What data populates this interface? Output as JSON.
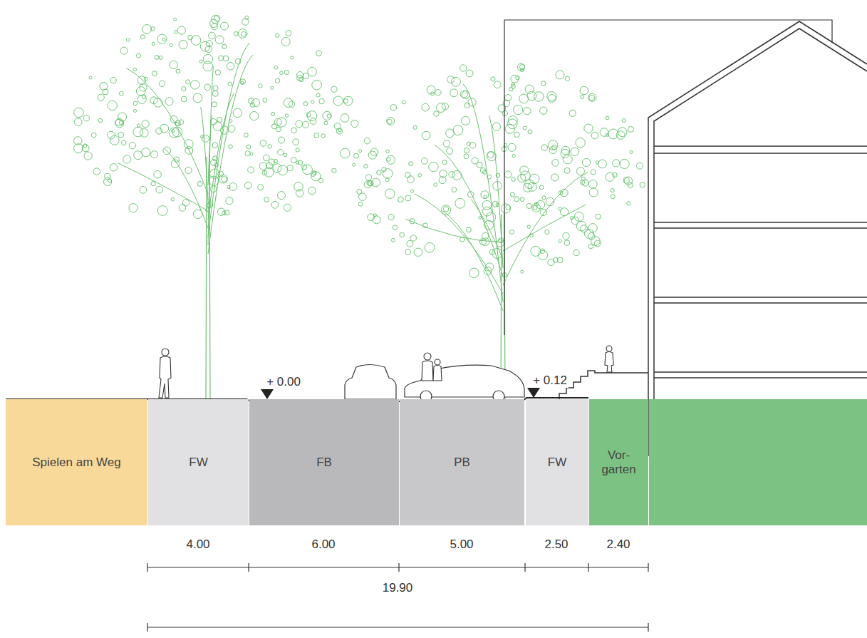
{
  "diagram": {
    "nodes": [
      {
        "text": [
          "Spielen am Weg"
        ]
      },
      {
        "text": [
          "FW"
        ]
      },
      {
        "text": [
          "FB"
        ]
      },
      {
        "text": [
          "PB"
        ]
      },
      {
        "text": [
          "FW"
        ]
      },
      {
        "text": [
          "Vor- garten"
        ]
      }
    ],
    "labels": [
      "+ 0.00",
      "+ 0.12",
      "4.00",
      "6.00",
      "5.00",
      "2.50",
      "2.40",
      "19.90"
    ]
  }
}
